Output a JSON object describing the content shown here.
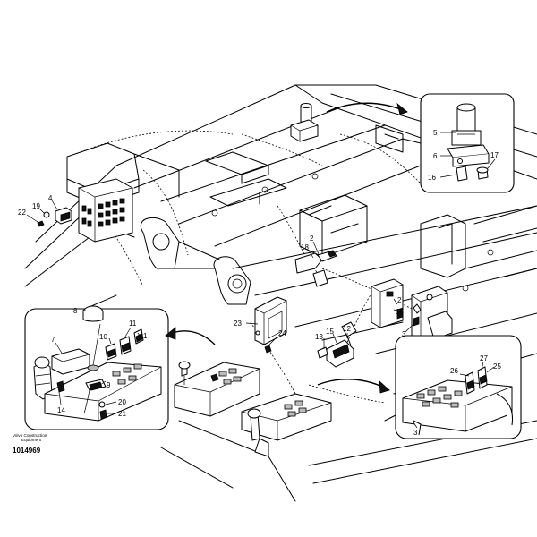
{
  "brand": {
    "line1": "Volvo Construction",
    "line2": "Equipment"
  },
  "document_number": "1014969",
  "part_labels": {
    "p1": "1",
    "p2a": "2",
    "p2b": "2",
    "p3a": "3",
    "p3b": "3",
    "p4": "4",
    "p5": "5",
    "p6": "6",
    "p7": "7",
    "p8": "8",
    "p9": "9",
    "p10": "10",
    "p11": "11",
    "p12": "12",
    "p13": "13",
    "p14": "14",
    "p15": "15",
    "p16": "16",
    "p17": "17",
    "p18a": "18",
    "p18b": "18",
    "p19": "19",
    "p20": "20",
    "p21": "21",
    "p22": "22",
    "p23": "23",
    "p24": "24",
    "p25": "25",
    "p26": "26",
    "p27": "27"
  }
}
